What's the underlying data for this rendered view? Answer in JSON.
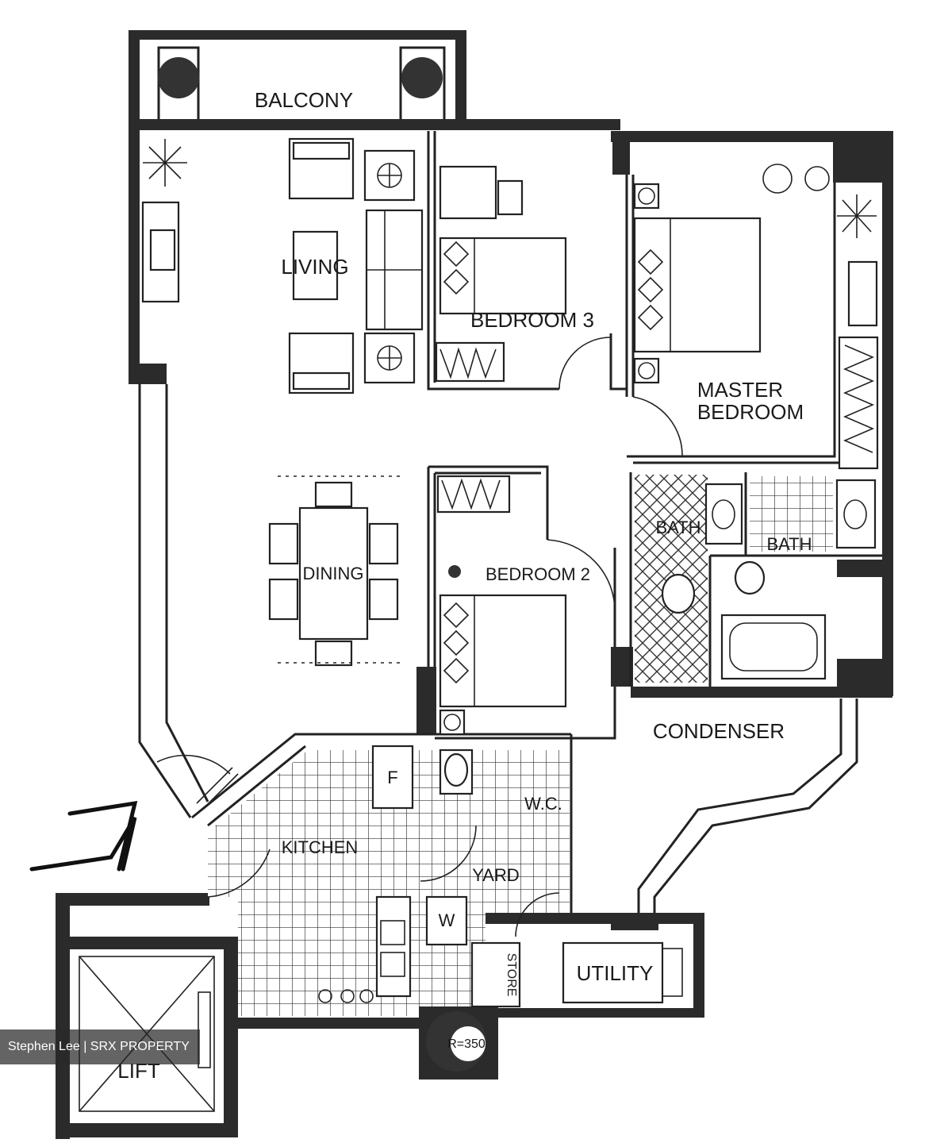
{
  "rooms": {
    "balcony": "BALCONY",
    "living": "LIVING",
    "bedroom3": "BEDROOM 3",
    "master_bedroom_line1": "MASTER",
    "master_bedroom_line2": "BEDROOM",
    "bath1": "BATH",
    "bath2": "BATH",
    "dining": "DINING",
    "bedroom2": "BEDROOM 2",
    "condenser": "CONDENSER",
    "kitchen": "KITCHEN",
    "yard": "YARD",
    "wc": "W.C.",
    "fridge": "F",
    "washer": "W",
    "store": "STORE",
    "utility": "UTILITY",
    "lift": "LIFT",
    "column": "R=350"
  },
  "watermark": "Stephen Lee | SRX PROPERTY"
}
